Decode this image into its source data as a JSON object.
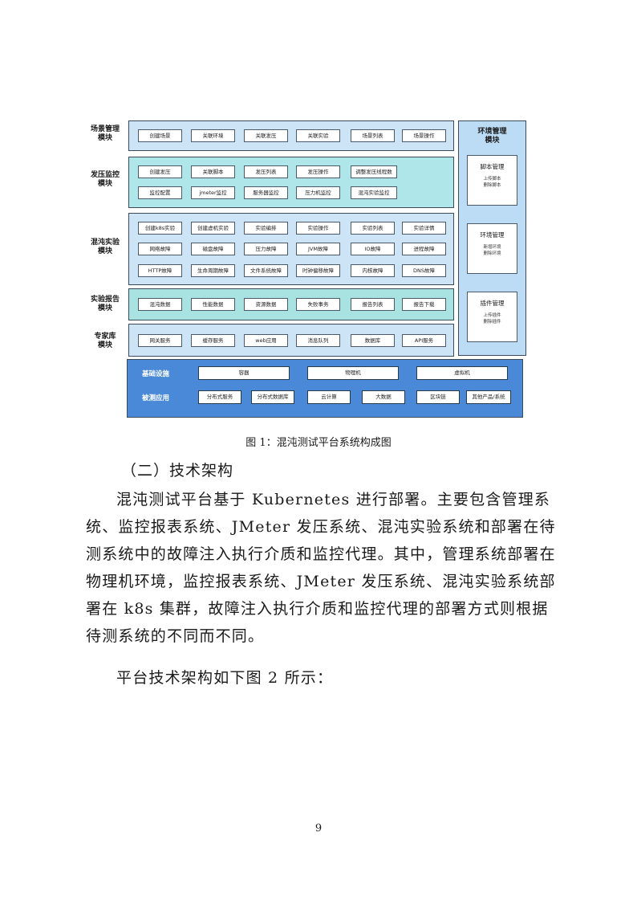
{
  "figure": {
    "modules": [
      {
        "label": "场景管理\n模块",
        "rows": [
          [
            "创建场景",
            "关联环境",
            "关联发压",
            "关联实验",
            "场景列表",
            "场景操作"
          ]
        ]
      },
      {
        "label": "发压监控\n模块",
        "rows": [
          [
            "创建发压",
            "关联脚本",
            "发压列表",
            "发压操作",
            "调整发压线程数"
          ],
          [
            "监控配置",
            "jmeter监控",
            "服务器监控",
            "压力机监控",
            "混沌实验监控"
          ]
        ]
      },
      {
        "label": "混沌实验\n模块",
        "rows": [
          [
            "创建k8s实验",
            "创建虚机实验",
            "实验编排",
            "实验操作",
            "实验列表",
            "实验详情"
          ],
          [
            "网络故障",
            "磁盘故障",
            "压力故障",
            "JVM故障",
            "IO故障",
            "进程故障"
          ],
          [
            "HTTP故障",
            "生命周期故障",
            "文件系统故障",
            "时钟偏移故障",
            "内核故障",
            "DNS故障"
          ]
        ]
      },
      {
        "label": "实验报告\n模块",
        "rows": [
          [
            "混沌数据",
            "性能数据",
            "资源数据",
            "失败事务",
            "报告列表",
            "报告下载"
          ]
        ]
      },
      {
        "label": "专家库\n模块",
        "rows": [
          [
            "网关服务",
            "缓存服务",
            "web应用",
            "消息队列",
            "数据库",
            "API服务"
          ]
        ]
      }
    ],
    "env": {
      "title": "环境管理\n模块",
      "boxes": [
        {
          "title": "脚本管理",
          "sub": "上传脚本\n删除脚本"
        },
        {
          "title": "环境管理",
          "sub": "新增环境\n删除环境"
        },
        {
          "title": "插件管理",
          "sub": "上传插件\n删除插件"
        }
      ]
    },
    "infra": {
      "base_label": "基础设施",
      "base_items": [
        "容器",
        "物理机",
        "虚拟机"
      ],
      "app_label": "被测应用",
      "app_items": [
        "分布式服务",
        "分布式数据库",
        "云计算",
        "大数据",
        "区块链",
        "其他产品/系统"
      ]
    }
  },
  "caption": "图 1：混沌测试平台系统构成图",
  "section_heading": "（二）技术架构",
  "paragraphs": [
    "混沌测试平台基于 Kubernetes 进行部署。主要包含管理系统、监控报表系统、JMeter 发压系统、混沌实验系统和部署在待测系统中的故障注入执行介质和监控代理。其中，管理系统部署在物理机环境，监控报表系统、JMeter 发压系统、混沌实验系统部署在 k8s 集群，故障注入执行介质和监控代理的部署方式则根据待测系统的不同而不同。",
    "平台技术架构如下图 2 所示："
  ],
  "page_number": "9"
}
